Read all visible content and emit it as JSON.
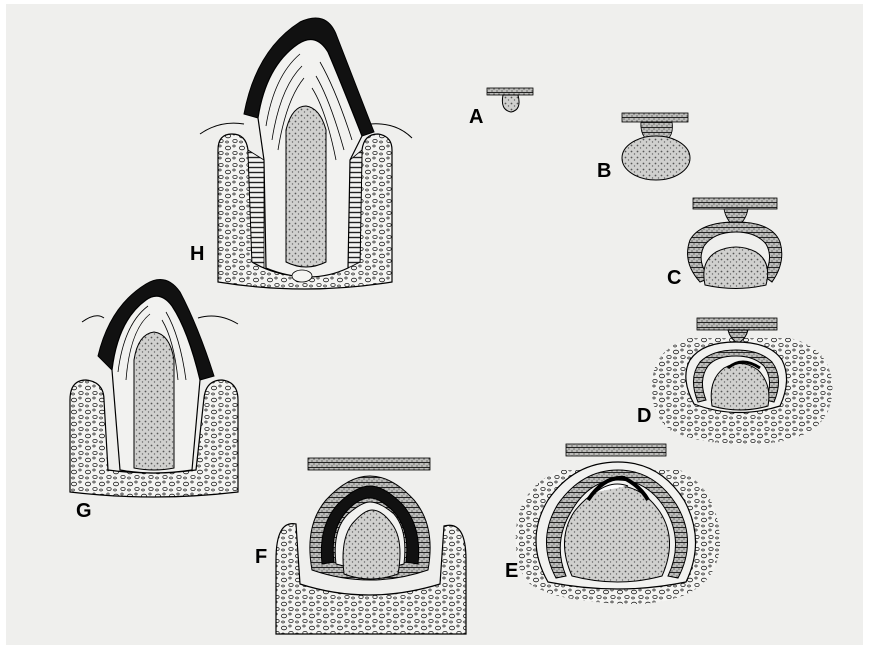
{
  "labels": {
    "a": "A",
    "b": "B",
    "c": "C",
    "d": "D",
    "e": "E",
    "f": "F",
    "g": "G",
    "h": "H"
  },
  "colors": {
    "background": "#efefed",
    "enamel": "#111111",
    "pulp": "#c9c9c9",
    "bone_fill": "#f4f4f2",
    "ink": "#000000"
  }
}
